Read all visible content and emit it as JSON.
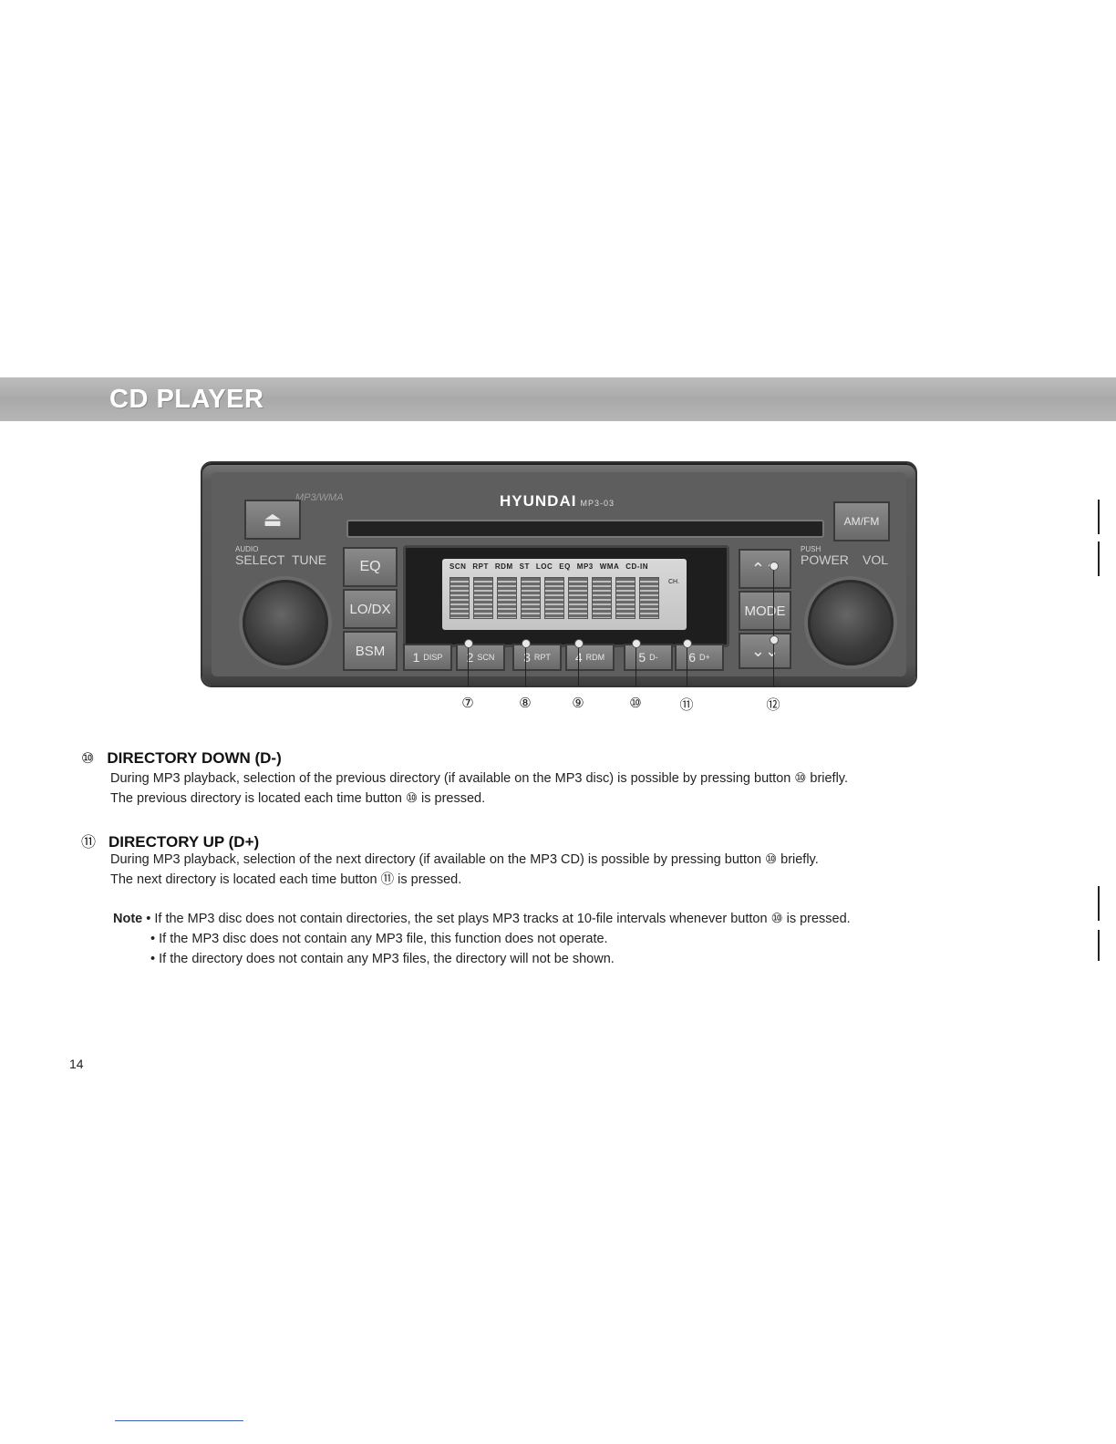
{
  "section": {
    "title": "CD PLAYER"
  },
  "radio": {
    "brand": "HYUNDAI",
    "model": "MP3-03",
    "faceplate_label": "MP3/WMA",
    "buttons": {
      "eject": "⏏",
      "am_fm": "AM/FM",
      "eq": "EQ",
      "lo_dx": "LO/DX",
      "bsm": "BSM",
      "up": "⌃⌃",
      "mode": "MODE",
      "down": "⌄⌄"
    },
    "labels": {
      "audio": "AUDIO",
      "select": "SELECT",
      "tune": "TUNE",
      "push": "PUSH",
      "power": "POWER",
      "vol": "VOL"
    },
    "presets": [
      {
        "num": "1",
        "label": "DISP"
      },
      {
        "num": "2",
        "label": "SCN"
      },
      {
        "num": "3",
        "label": "RPT"
      },
      {
        "num": "4",
        "label": "RDM"
      },
      {
        "num": "5",
        "label": "D-"
      },
      {
        "num": "6",
        "label": "D+"
      }
    ],
    "display_indicators": [
      "SCN",
      "RPT",
      "RDM",
      "ST",
      "LOC",
      "EQ",
      "MP3",
      "WMA",
      "CD-IN"
    ],
    "display_ch": "CH."
  },
  "callouts": [
    "⑦",
    "⑧",
    "⑨",
    "⑩",
    "⑪",
    "⑫"
  ],
  "sections": [
    {
      "mark": "⑩",
      "heading": "DIRECTORY DOWN (D-)",
      "lines": [
        "During MP3 playback, selection of the previous directory (if available on the MP3 disc) is possible by pressing button ⑩ briefly.",
        "The previous directory is located each time button ⑩ is pressed."
      ]
    },
    {
      "mark": "⑪",
      "heading": "DIRECTORY UP (D+)",
      "lines": [
        "During MP3 playback, selection of the next directory (if available on the MP3 CD) is possible by pressing button ⑩ briefly.",
        "The next directory is located each time button ⑪ is pressed."
      ]
    }
  ],
  "note": {
    "label": "Note",
    "bullets": [
      "• If the MP3 disc does not contain directories, the set plays MP3 tracks at 10-file intervals whenever button ⑩ is pressed.",
      "• If the MP3 disc does not contain any MP3 file, this function does not operate.",
      "• If the directory does not contain any MP3 files, the directory will not be shown."
    ]
  },
  "page_number": "14"
}
